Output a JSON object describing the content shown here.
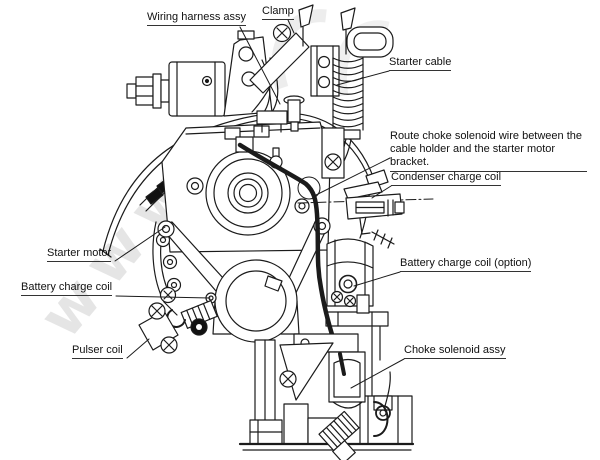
{
  "diagram": {
    "title_note": "outboard engine wiring diagram",
    "watermark": "www",
    "labels": [
      {
        "id": "wiring-harness-assy",
        "text": "Wiring harness assy"
      },
      {
        "id": "clamp",
        "text": "Clamp"
      },
      {
        "id": "starter-cable",
        "text": "Starter cable"
      },
      {
        "id": "route-note",
        "text": "Route choke solenoid wire between the cable holder and the starter motor bracket."
      },
      {
        "id": "condenser-charge-coil",
        "text": "Condenser charge coil"
      },
      {
        "id": "battery-charge-coil-option",
        "text": "Battery charge coil (option)"
      },
      {
        "id": "choke-solenoid-assy",
        "text": "Choke solenoid assy"
      },
      {
        "id": "starter-motor",
        "text": "Starter motor"
      },
      {
        "id": "battery-charge-coil",
        "text": "Battery charge coil"
      },
      {
        "id": "pulser-coil",
        "text": "Pulser coil"
      }
    ],
    "colors": {
      "line": "#1b1b1b",
      "background": "#ffffff",
      "watermark": "rgba(0,0,0,0.10)"
    }
  }
}
